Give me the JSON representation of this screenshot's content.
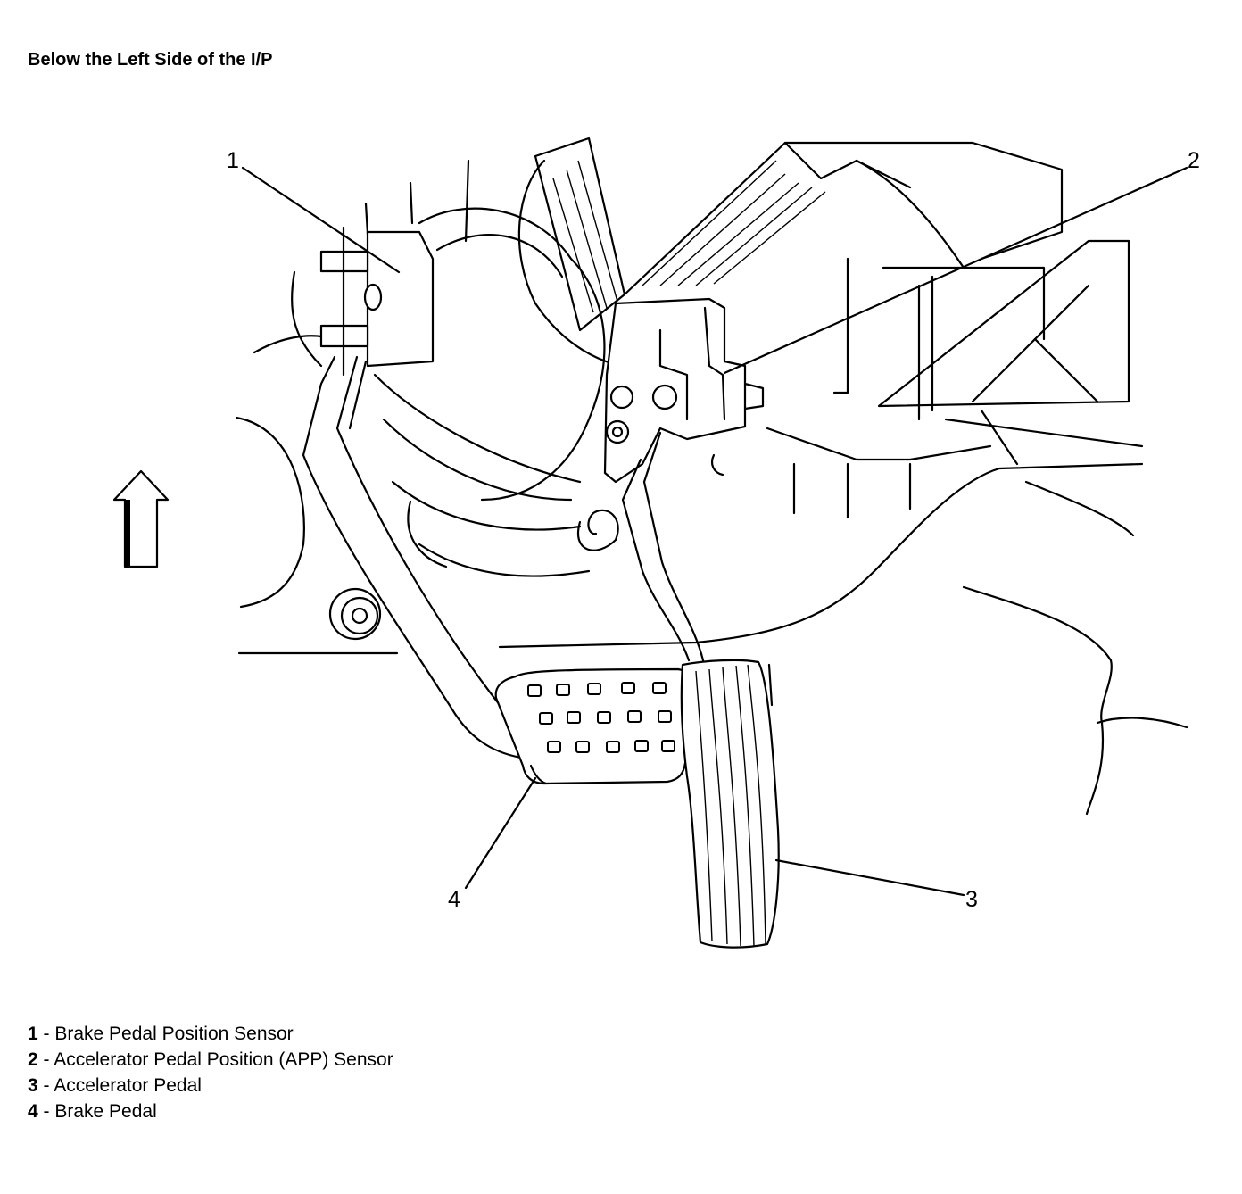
{
  "title": "Below the Left Side of the I/P",
  "callouts": [
    "1",
    "2",
    "3",
    "4"
  ],
  "legend": [
    {
      "num": "1",
      "sep": " - ",
      "text": "Brake Pedal Position Sensor"
    },
    {
      "num": "2",
      "sep": " - ",
      "text": "Accelerator Pedal Position (APP) Sensor"
    },
    {
      "num": "3",
      "sep": " - ",
      "text": "Accelerator Pedal"
    },
    {
      "num": "4",
      "sep": " - ",
      "text": "Brake Pedal"
    }
  ],
  "icons": {
    "front_arrow": "up-arrow-icon"
  }
}
